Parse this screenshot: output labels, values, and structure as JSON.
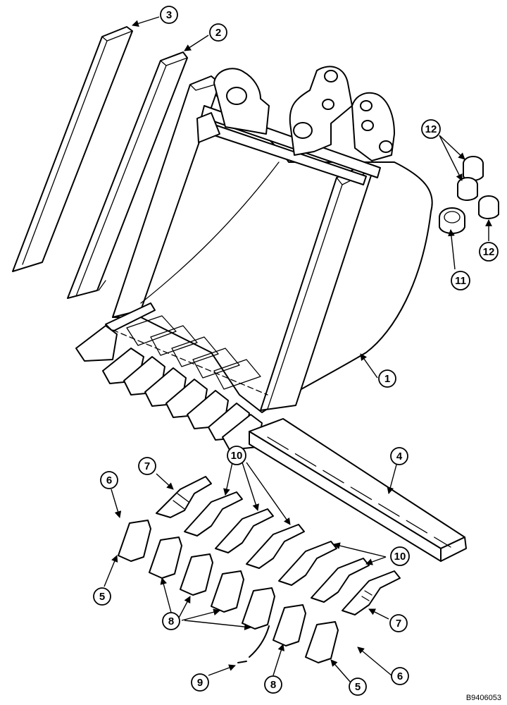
{
  "figure_id": "B9406053",
  "callouts": {
    "c1": "1",
    "c2": "2",
    "c3": "3",
    "c4": "4",
    "c5a": "5",
    "c5b": "5",
    "c6a": "6",
    "c6b": "6",
    "c7a": "7",
    "c7b": "7",
    "c8a": "8",
    "c8b": "8",
    "c9": "9",
    "c10a": "10",
    "c10b": "10",
    "c11": "11",
    "c12a": "12",
    "c12b": "12"
  }
}
